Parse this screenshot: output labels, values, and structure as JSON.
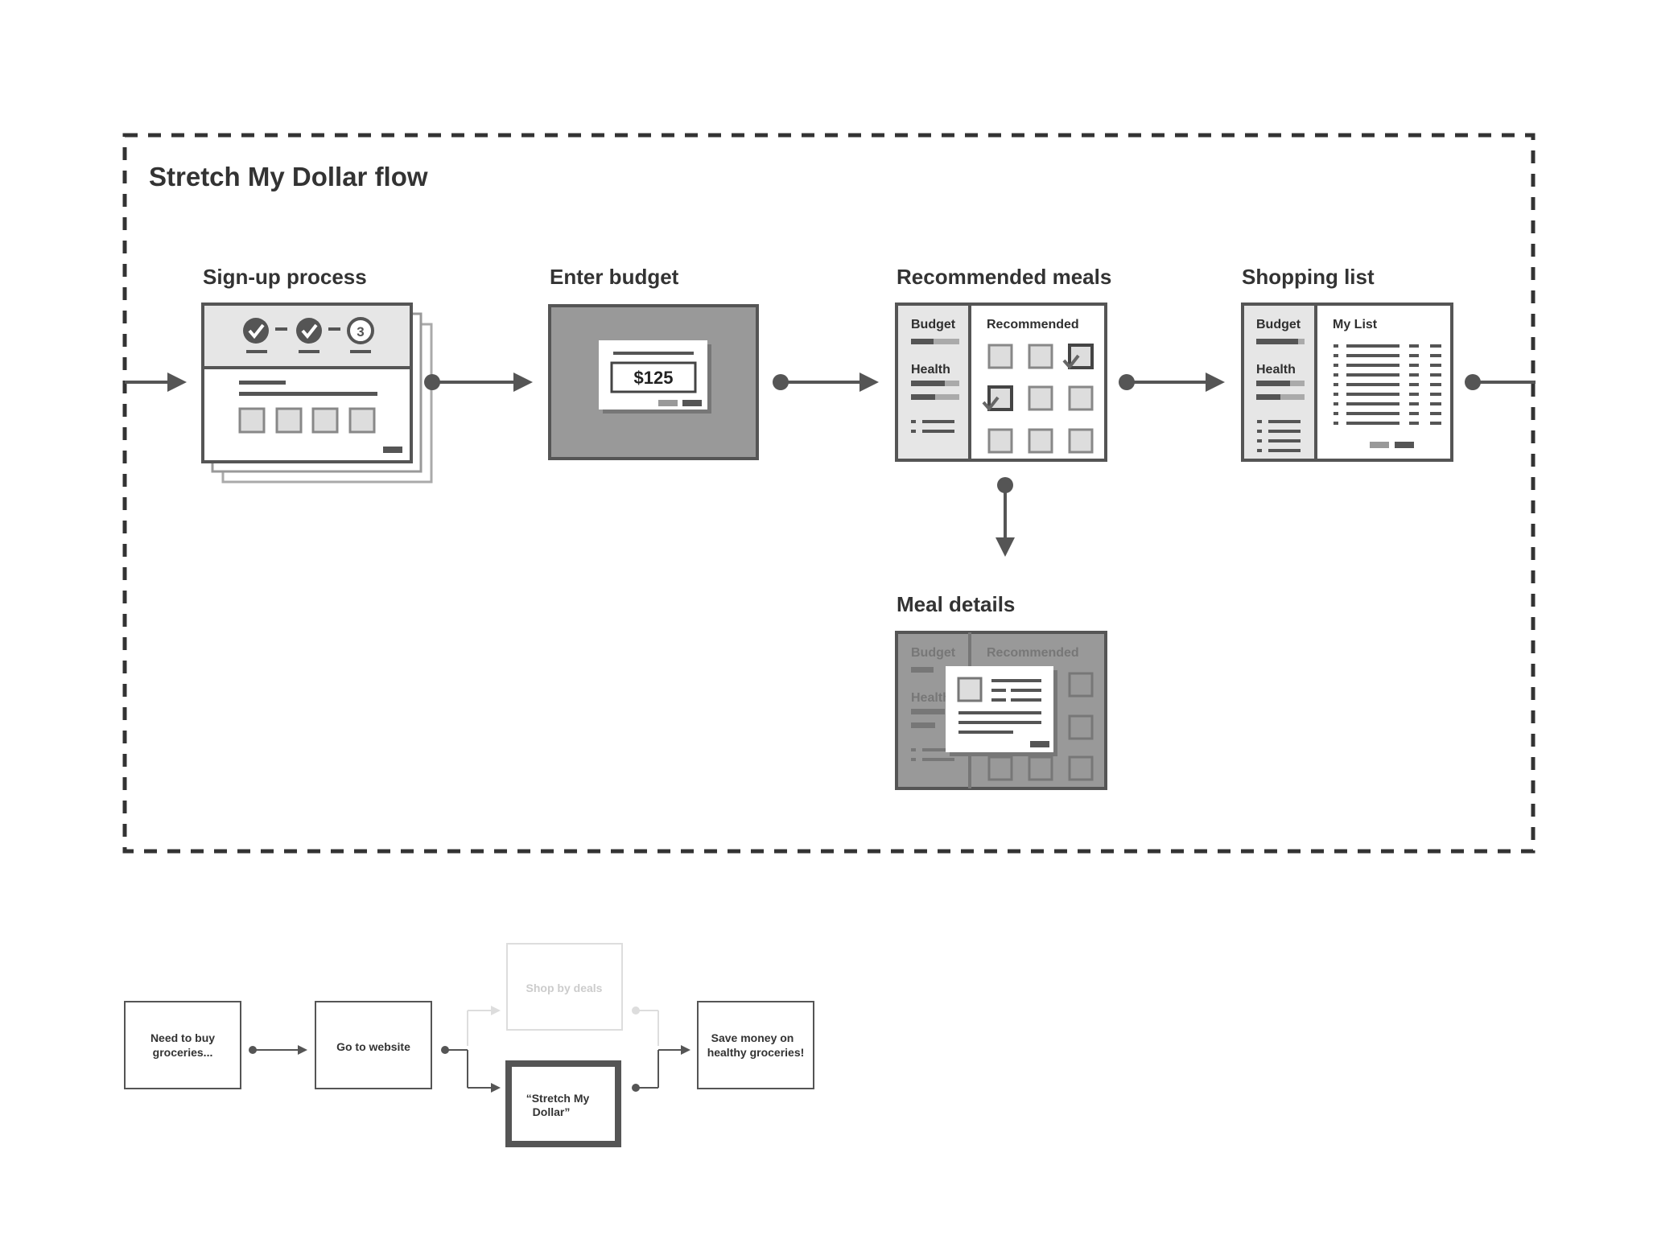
{
  "flow_title": "Stretch My Dollar flow",
  "steps": {
    "signup": {
      "label": "Sign-up process",
      "step_number": "3"
    },
    "budget": {
      "label": "Enter budget",
      "amount": "$125"
    },
    "recommended": {
      "label": "Recommended meals",
      "sidebar_budget": "Budget",
      "sidebar_health": "Health",
      "panel_title": "Recommended"
    },
    "shopping": {
      "label": "Shopping list",
      "sidebar_budget": "Budget",
      "sidebar_health": "Health",
      "panel_title": "My List"
    },
    "details": {
      "label": "Meal details",
      "sidebar_budget": "Budget",
      "sidebar_health": "Health",
      "panel_title": "Recommended"
    }
  },
  "journey": {
    "need": [
      "Need to buy",
      "groceries..."
    ],
    "website": "Go to website",
    "deals": "Shop by deals",
    "stretch": [
      "“Stretch My",
      "Dollar”"
    ],
    "save": [
      "Save money on",
      "healthy groceries!"
    ]
  },
  "colors": {
    "dark": "#555555",
    "mid": "#999999",
    "light": "#e6e6e6",
    "faded": "#dddddd"
  }
}
